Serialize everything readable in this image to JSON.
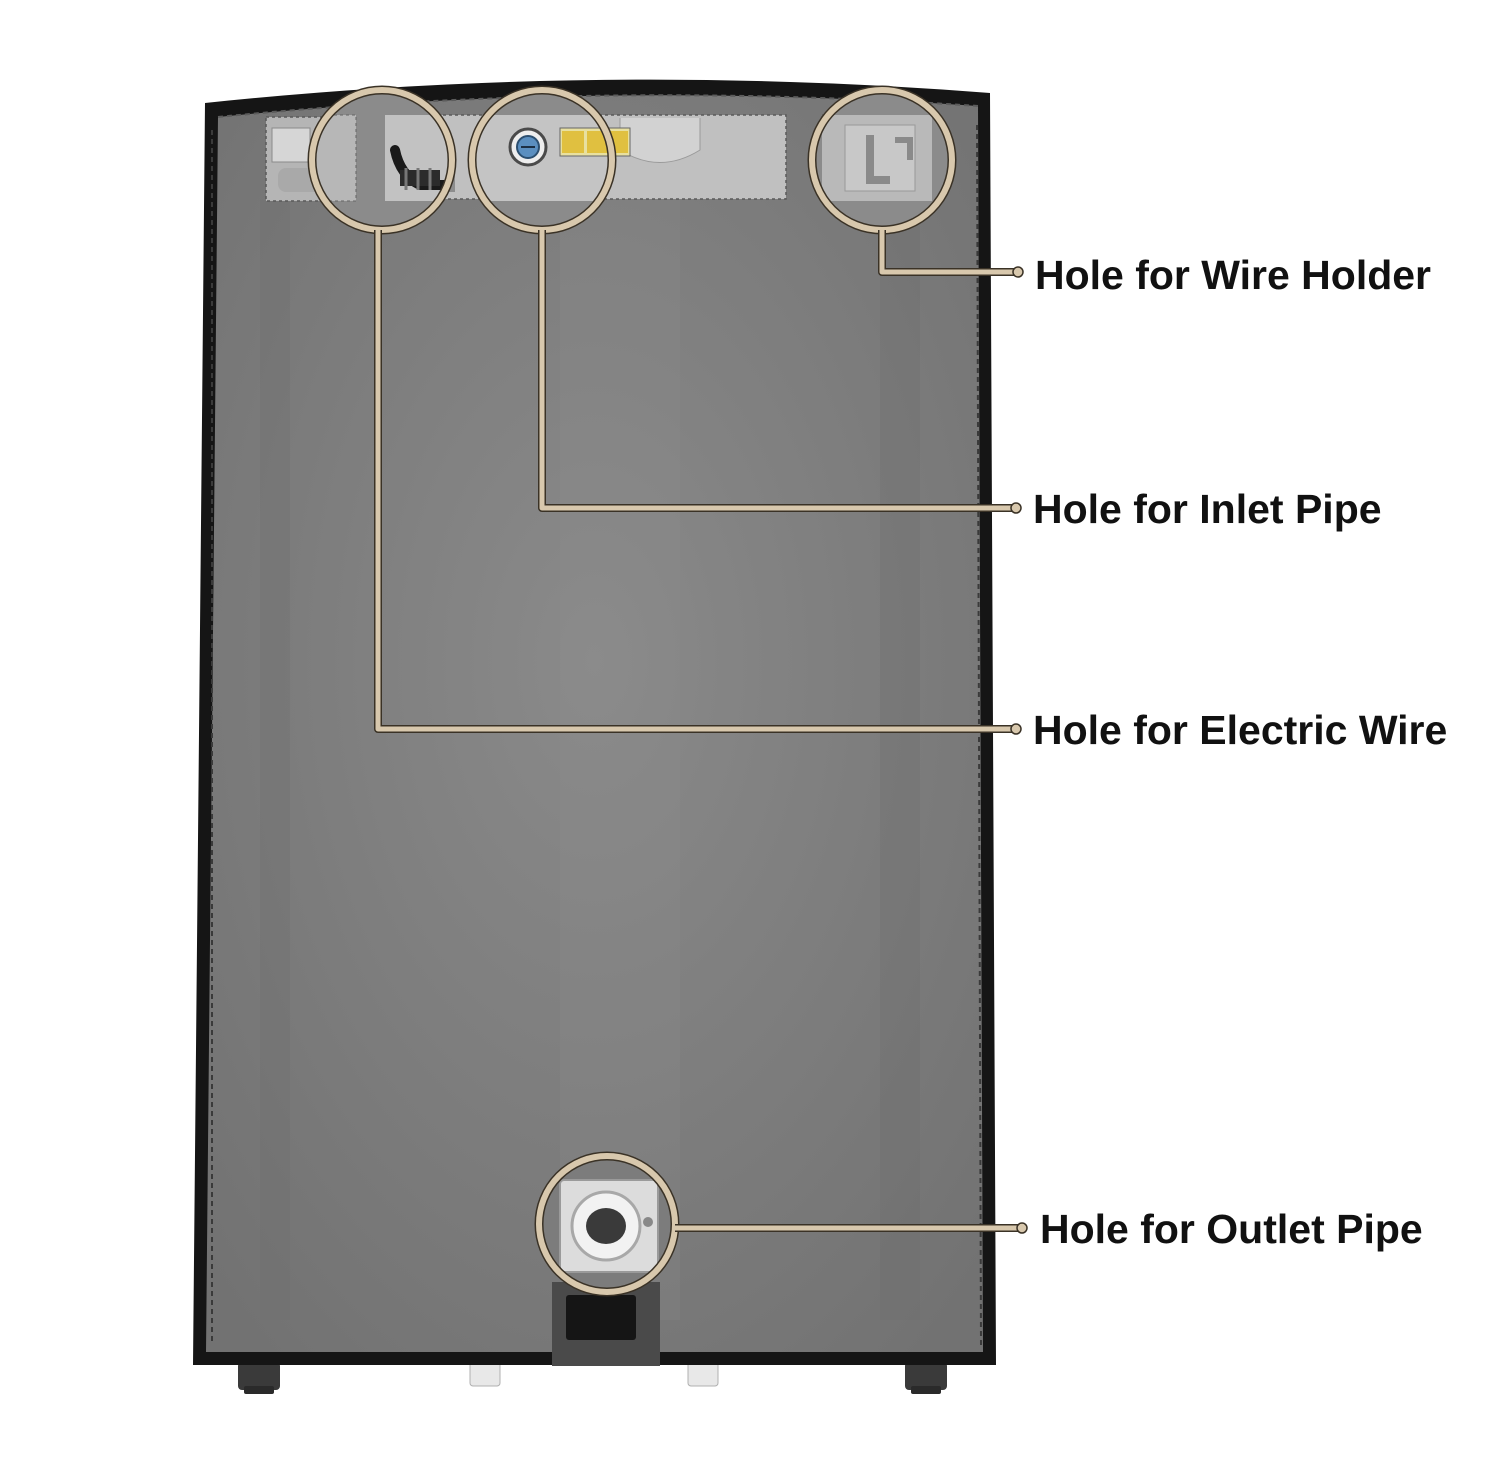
{
  "colors": {
    "background": "#ffffff",
    "cover_fabric": "#7b7b7b",
    "cover_piping": "#151515",
    "panel_light": "#bdbdbd",
    "callout_line": "#d8c8ad",
    "callout_line_edge": "#3a3226",
    "label_text": "#111111"
  },
  "callouts": {
    "wire_holder": {
      "label": "Hole for Wire Holder",
      "icon": "wire-holder-hook-icon"
    },
    "inlet_pipe": {
      "label": "Hole for Inlet Pipe",
      "icon": "inlet-valve-icon"
    },
    "electric_wire": {
      "label": "Hole for Electric Wire",
      "icon": "power-cord-icon"
    },
    "outlet_pipe": {
      "label": "Hole for Outlet Pipe",
      "icon": "drain-outlet-icon"
    }
  }
}
